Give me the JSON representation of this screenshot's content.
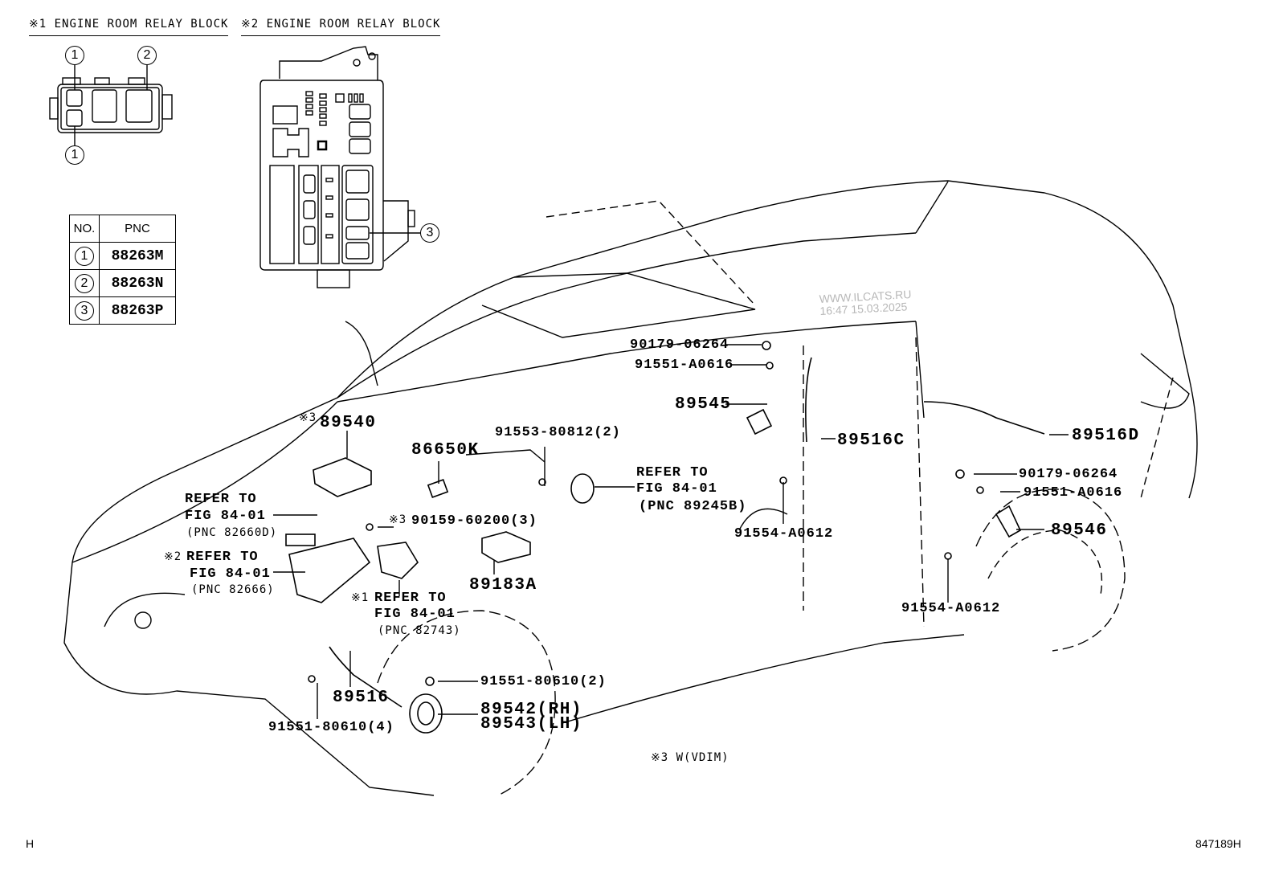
{
  "headers": {
    "block1": "※1 ENGINE ROOM RELAY BLOCK",
    "block2": "※2 ENGINE ROOM RELAY BLOCK"
  },
  "callouts": {
    "c1_top": "1",
    "c2_top": "2",
    "c1_bottom": "1",
    "c3": "3"
  },
  "pnc_table": {
    "col_no": "NO.",
    "col_pnc": "PNC",
    "rows": [
      {
        "no": "1",
        "pnc": "88263M"
      },
      {
        "no": "2",
        "pnc": "88263N"
      },
      {
        "no": "3",
        "pnc": "88263P"
      }
    ]
  },
  "parts": {
    "p89540_mark": "※3",
    "p89540": "89540",
    "p86650K": "86650K",
    "p91553": "91553-80812(2)",
    "p90159_mark": "※3",
    "p90159": "90159-60200(3)",
    "p89183A": "89183A",
    "refer_seat": [
      "REFER TO",
      "FIG 84-01",
      "(PNC 89245B)"
    ],
    "refer_82660D": [
      "REFER TO",
      "FIG 84-01",
      "(PNC 82660D)"
    ],
    "refer_82666_mark": "※2",
    "refer_82666": [
      "REFER TO",
      "FIG 84-01",
      "(PNC 82666)"
    ],
    "refer_82743_mark": "※1",
    "refer_82743": [
      "REFER TO",
      "FIG 84-01",
      "(PNC 82743)"
    ],
    "p89516": "89516",
    "p91551_80610_2": "91551-80610(2)",
    "p91551_80610_4": "91551-80610(4)",
    "p89542": "89542(RH)",
    "p89543": "89543(LH)",
    "p90179_front": "90179-06264",
    "p91551_A0616_front": "91551-A0616",
    "p89545": "89545",
    "p89516C": "89516C",
    "p91554_front": "91554-A0612",
    "p89516D": "89516D",
    "p90179_rear": "90179-06264",
    "p91551_A0616_rear": "91551-A0616",
    "p89546": "89546",
    "p91554_rear": "91554-A0612"
  },
  "notes": {
    "vdim": "※3 W(VDIM)"
  },
  "watermark": {
    "line1": "WWW.ILCATS.RU",
    "line2": "16:47 15.03.2025"
  },
  "footer": {
    "left": "H",
    "right": "847189H"
  }
}
